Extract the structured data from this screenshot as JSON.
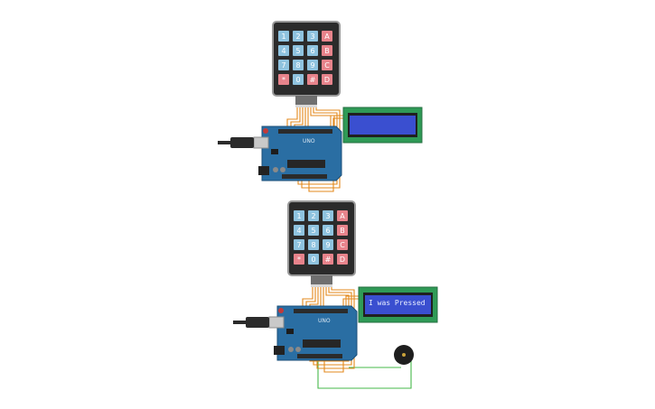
{
  "keypad": {
    "rows": [
      [
        "1",
        "2",
        "3",
        "A"
      ],
      [
        "4",
        "5",
        "6",
        "B"
      ],
      [
        "7",
        "8",
        "9",
        "C"
      ],
      [
        "*",
        "0",
        "#",
        "D"
      ]
    ]
  },
  "colors": {
    "key_number": "#8fc3df",
    "key_letter": "#e7838b",
    "keypad_body": "#2b2b2b",
    "wire": "#e3891c",
    "buzzer_wire": "#46b84a",
    "board": "#2a6ea3",
    "lcd_screen": "#3a4fd0",
    "lcd_pcb": "#2f9a56"
  },
  "circuits": [
    {
      "id": "circuit-1",
      "board_label": "UNO",
      "lcd_text": "",
      "has_buzzer": false
    },
    {
      "id": "circuit-2",
      "board_label": "UNO",
      "lcd_text": "I was Pressed",
      "has_buzzer": true
    }
  ]
}
